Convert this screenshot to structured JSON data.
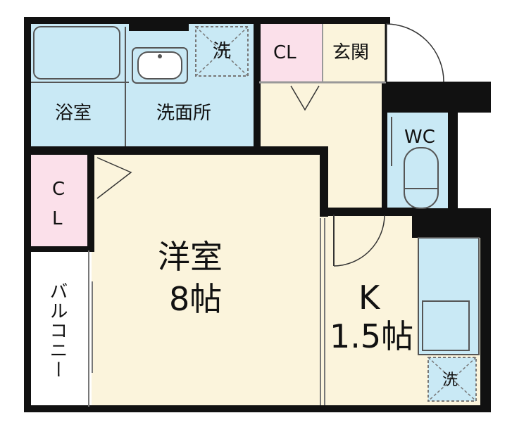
{
  "rooms": {
    "bath": "浴室",
    "washroom": "洗面所",
    "washer_top": "洗",
    "closet_top": "CL",
    "entrance": "玄関",
    "wc": "WC",
    "closet_left_1": "C",
    "closet_left_2": "L",
    "western_room": "洋室",
    "western_size": "8帖",
    "balcony": "バルコニー",
    "kitchen": "K",
    "kitchen_size": "1.5帖",
    "washer_kitchen": "洗"
  },
  "colors": {
    "wall": "#111111",
    "bath": "#c9e9f5",
    "closet": "#fbe0ea",
    "floor": "#fbf4dc",
    "balcony": "#ffffff"
  }
}
